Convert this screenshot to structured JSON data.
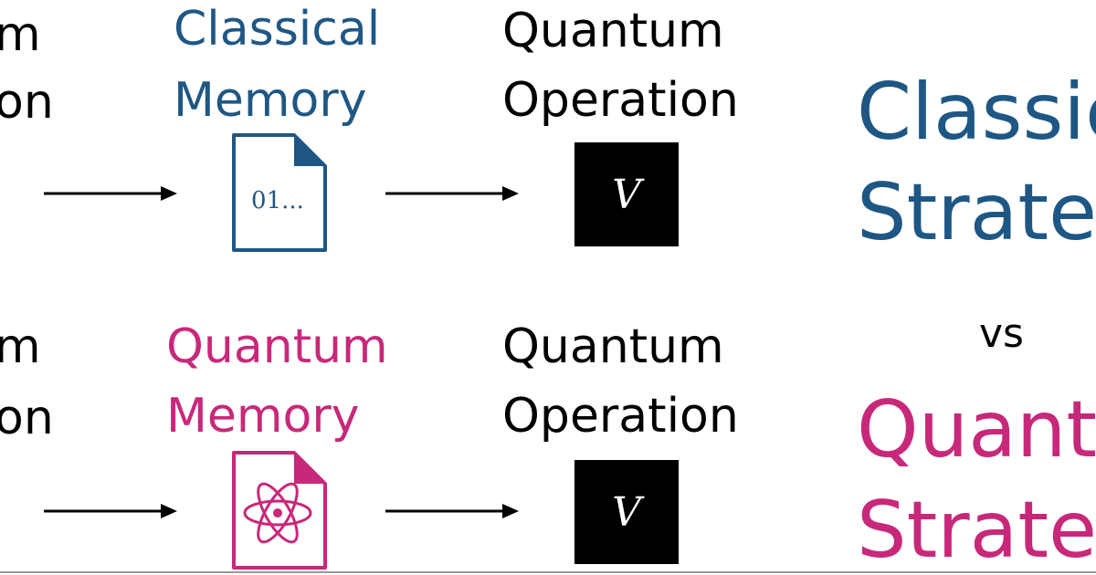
{
  "top_row": {
    "left_line1": "m",
    "left_line2": "on",
    "memory_line1": "Classical",
    "memory_line2": "Memory",
    "doc_text": "01...",
    "op_line1": "Quantum",
    "op_line2": "Operation",
    "box_symbol": "V"
  },
  "bottom_row": {
    "left_line1": "m",
    "left_line2": "on",
    "memory_line1": "Quantum",
    "memory_line2": "Memory",
    "op_line1": "Quantum",
    "op_line2": "Operation",
    "box_symbol": "V"
  },
  "right_panel": {
    "classical_line1": "Classic",
    "classical_line2": "Strateg",
    "vs": "vs",
    "quantum_line1": "Quantu",
    "quantum_line2": "Strateg"
  },
  "colors": {
    "classical": "#1f5784",
    "quantum": "#c8287a",
    "text": "#000000"
  },
  "icons": {
    "classical_memory": "document-icon",
    "quantum_memory": "atom-document-icon"
  }
}
